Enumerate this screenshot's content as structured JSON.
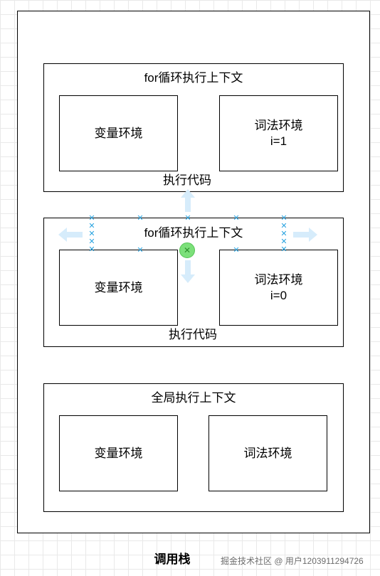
{
  "call_stack": {
    "label": "调用栈",
    "contexts": [
      {
        "title": "for循环执行上下文",
        "variable_env": "变量环境",
        "lexical_env": "词法环境",
        "lexical_value": "i=1",
        "exec_code": "执行代码"
      },
      {
        "title": "for循环执行上下文",
        "variable_env": "变量环境",
        "lexical_env": "词法环境",
        "lexical_value": "i=0",
        "exec_code": "执行代码"
      },
      {
        "title": "全局执行上下文",
        "variable_env": "变量环境",
        "lexical_env": "词法环境"
      }
    ]
  },
  "watermark": "掘金技术社区 @ 用户1203911294726",
  "colors": {
    "grid": "#e9e9e9",
    "connection_marker": "#29a3e0",
    "arrow_hint": "#d6ecfb",
    "selection_handle": "#7ce07a"
  },
  "icons": {
    "connection_marker": "x-mark-icon",
    "selection_handle": "x-mark-icon"
  }
}
